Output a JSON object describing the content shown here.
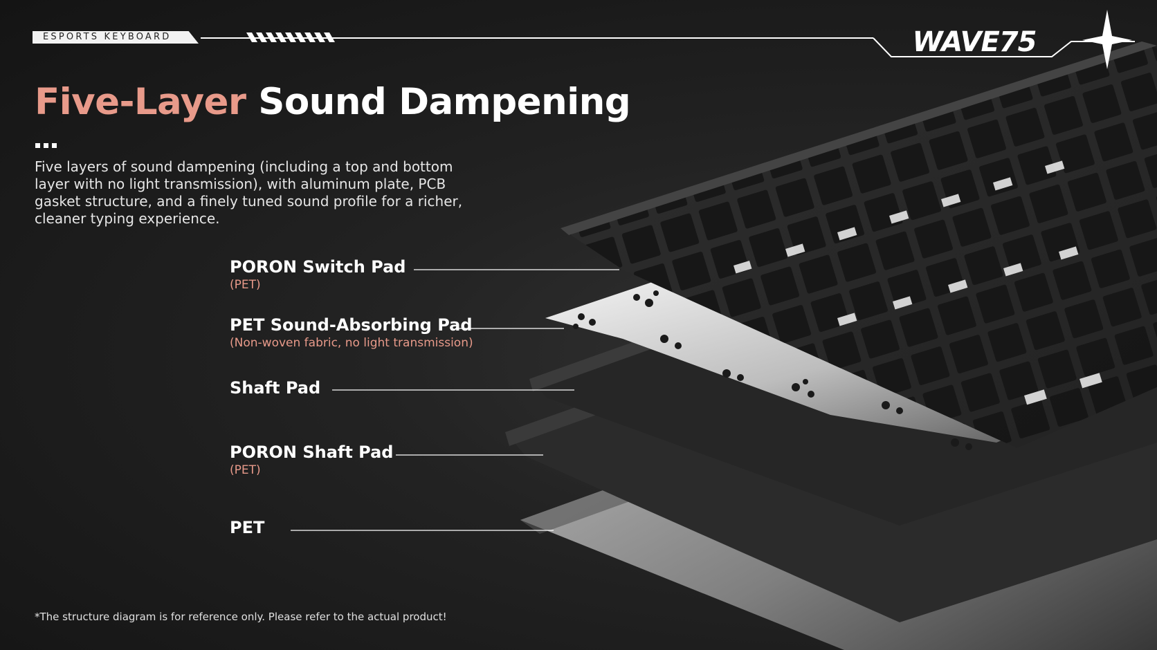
{
  "header": {
    "tag": "ESPORTS KEYBOARD",
    "brand": "WAVE75"
  },
  "title": {
    "accent": "Five-Layer",
    "rest": "Sound Dampening"
  },
  "description": "Five layers of sound dampening (including a top and bottom layer with no light transmission), with aluminum plate, PCB gasket structure, and a finely tuned sound profile for a richer, cleaner typing experience.",
  "layers": [
    {
      "name": "PORON Switch Pad",
      "sub": "(PET)"
    },
    {
      "name": "PET Sound-Absorbing Pad",
      "sub": "(Non-woven fabric, no light transmission)"
    },
    {
      "name": "Shaft Pad",
      "sub": ""
    },
    {
      "name": "PORON Shaft Pad",
      "sub": "(PET)"
    },
    {
      "name": "PET",
      "sub": ""
    }
  ],
  "footnote": "*The structure diagram is for reference only. Please refer to the actual product!",
  "colors": {
    "background": "#1c1c1c",
    "accent": "#e89a8a",
    "text": "#ffffff"
  }
}
